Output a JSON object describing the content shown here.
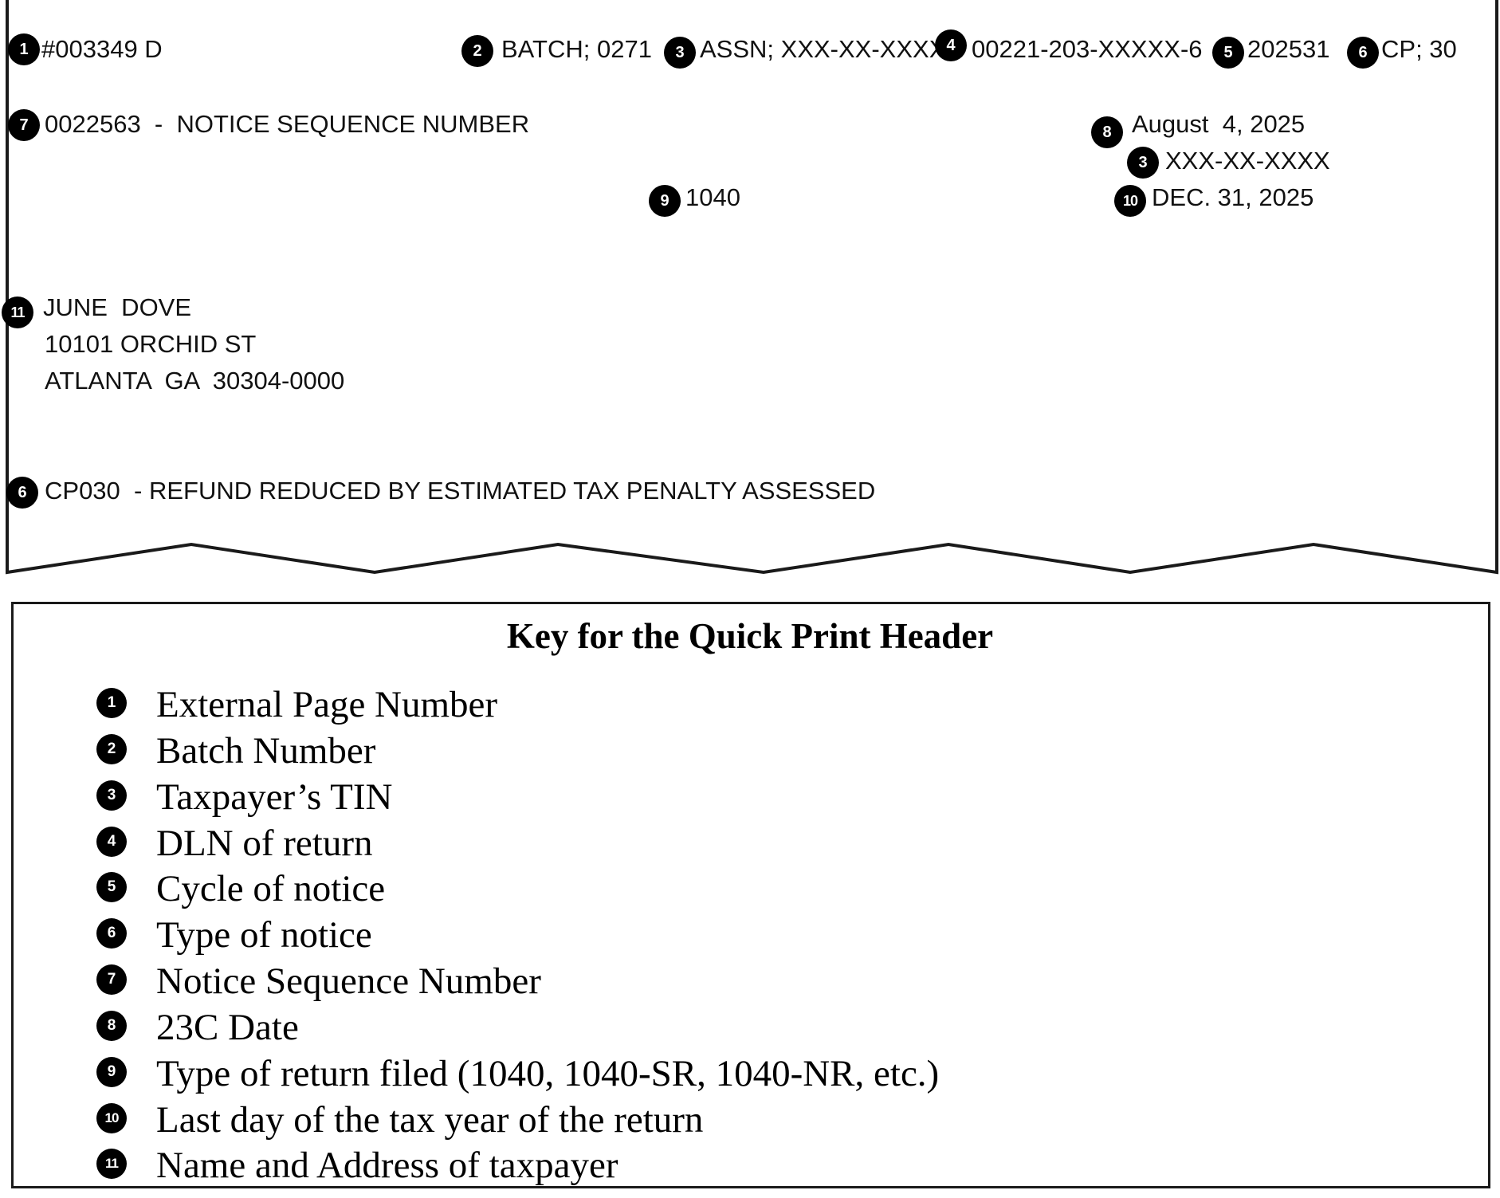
{
  "notice": {
    "page_number": "#003349 D",
    "batch": "BATCH; 0271",
    "assn": "ASSN; XXX-XX-XXXX",
    "dln": "00221-203-XXXXX-6",
    "cycle": "202531",
    "cp": "CP; 30",
    "sequence_line": "0022563  -  NOTICE SEQUENCE NUMBER",
    "date_23c": "August  4, 2025",
    "tin": "XXX-XX-XXXX",
    "return_type": "1040",
    "tax_period": "DEC. 31, 2025",
    "name": "JUNE  DOVE",
    "address_1": "10101 ORCHID ST",
    "address_2": "ATLANTA  GA  30304-0000",
    "notice_type_line": "CP030  - REFUND REDUCED BY ESTIMATED TAX PENALTY ASSESSED"
  },
  "callouts": {
    "c1": "1",
    "c2": "2",
    "c3": "3",
    "c4": "4",
    "c5": "5",
    "c6": "6",
    "c7": "7",
    "c8": "8",
    "c3b": "3",
    "c9": "9",
    "c10": "10",
    "c11": "11",
    "c6b": "6"
  },
  "key": {
    "title": "Key for the Quick Print Header",
    "items": [
      {
        "num": "1",
        "label": "External Page Number"
      },
      {
        "num": "2",
        "label": "Batch Number"
      },
      {
        "num": "3",
        "label": "Taxpayer’s TIN"
      },
      {
        "num": "4",
        "label": "DLN of return"
      },
      {
        "num": "5",
        "label": "Cycle of notice"
      },
      {
        "num": "6",
        "label": "Type of notice"
      },
      {
        "num": "7",
        "label": "Notice Sequence Number"
      },
      {
        "num": "8",
        "label": "23C Date"
      },
      {
        "num": "9",
        "label": "Type of return filed (1040, 1040-SR, 1040-NR, etc.)"
      },
      {
        "num": "10",
        "label": "Last day of the tax year of the return"
      },
      {
        "num": "11",
        "label": "Name and Address of taxpayer"
      }
    ]
  }
}
